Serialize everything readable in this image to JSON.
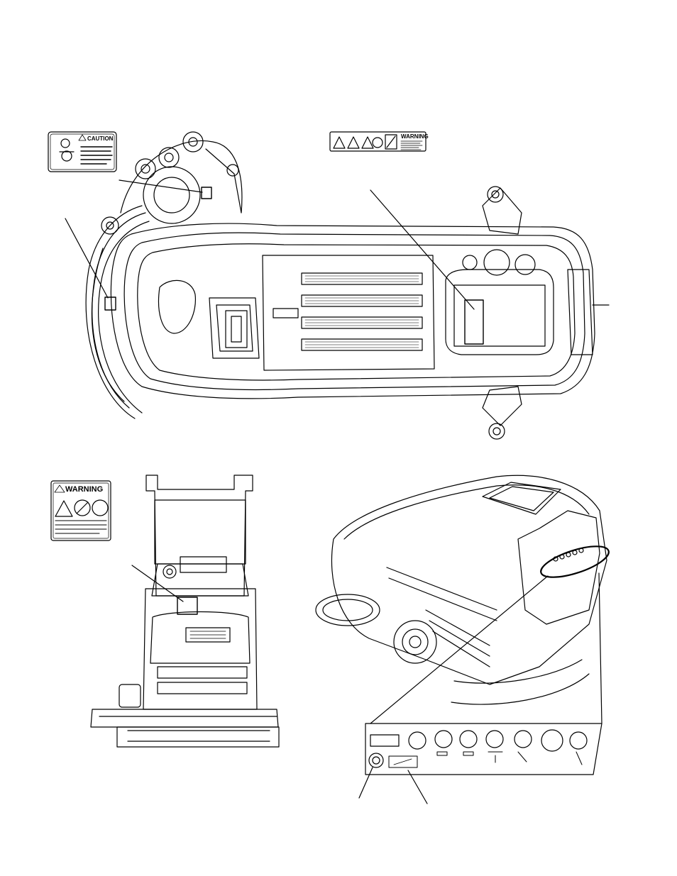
{
  "decals": {
    "caution_word": "CAUTION",
    "warning_word_top": "WARNING",
    "warning_word_bottom": "WARNING"
  }
}
